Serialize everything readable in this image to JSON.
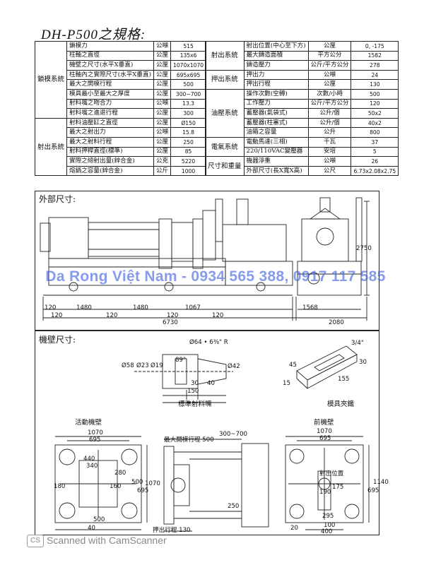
{
  "title": "DH-P500之規格:",
  "left_groups": [
    {
      "name": "鎖模系統",
      "rows": [
        {
          "label": "鎖模力",
          "unit": "公噸",
          "value": "515"
        },
        {
          "label": "柱軸之直徑",
          "unit": "公厘",
          "value": "135x6"
        },
        {
          "label": "機壁之尺寸(水平X垂直)",
          "unit": "公厘",
          "value": "1070x1070"
        },
        {
          "label": "柱軸內之實際尺寸(水平X垂直)",
          "unit": "公厘",
          "value": "695x695"
        },
        {
          "label": "最大之開模行程",
          "unit": "公厘",
          "value": "500"
        },
        {
          "label": "模具最小至最大之厚度",
          "unit": "公厘",
          "value": "300~700"
        },
        {
          "label": "射料嘴之吻合力",
          "unit": "公噸",
          "value": "13.3"
        },
        {
          "label": "射料嘴之進退行程",
          "unit": "公厘",
          "value": "300"
        }
      ]
    },
    {
      "name": "射出系統",
      "rows": [
        {
          "label": "射料油壓缸之直徑",
          "unit": "公厘",
          "value": "Ø150"
        },
        {
          "label": "最大之射出力",
          "unit": "公噸",
          "value": "15.8"
        },
        {
          "label": "最大之射料行程",
          "unit": "公厘",
          "value": "250"
        },
        {
          "label": "射料押桿直徑(標準)",
          "unit": "公厘",
          "value": "85"
        },
        {
          "label": "實際之總射出量(鋅合金)",
          "unit": "公克",
          "value": "5220"
        },
        {
          "label": "熔鍋之容量(鋅合金)",
          "unit": "公斤",
          "value": "1000"
        }
      ]
    }
  ],
  "right_groups": [
    {
      "name": "射出系統",
      "rows": [
        {
          "label": "射出位置(中心至下方)",
          "unit": "公厘",
          "value": "0, -175"
        },
        {
          "label": "最大鑄造面積",
          "unit": "平方公分",
          "value": "1582"
        },
        {
          "label": "鑄造壓力",
          "unit": "公斤/平方公分",
          "value": "278"
        }
      ]
    },
    {
      "name": "押出系統",
      "rows": [
        {
          "label": "押出力",
          "unit": "公噸",
          "value": "24"
        },
        {
          "label": "押出行程",
          "unit": "公厘",
          "value": "130"
        }
      ]
    },
    {
      "name": "油壓系統",
      "rows": [
        {
          "label": "操作次數(空轉)",
          "unit": "次數/小時",
          "value": "500"
        },
        {
          "label": "工作壓力",
          "unit": "公斤/平方公分",
          "value": "120"
        },
        {
          "label": "蓄壓器(氣袋式)",
          "unit": "公升/個",
          "value": "50x2"
        },
        {
          "label": "蓄壓器(柱塞式)",
          "unit": "公升/個",
          "value": "40x2"
        },
        {
          "label": "油箱之容量",
          "unit": "公升",
          "value": "800"
        }
      ]
    },
    {
      "name": "電氣系統",
      "rows": [
        {
          "label": "電動馬達(三相)",
          "unit": "千瓦",
          "value": "37"
        },
        {
          "label": "220/110VAC變壓器",
          "unit": "安培",
          "value": "5"
        }
      ]
    },
    {
      "name": "尺寸和重量",
      "rows": [
        {
          "label": "機器淨重",
          "unit": "公噸",
          "value": "26"
        },
        {
          "label": "外部尺寸(長X寬X高)",
          "unit": "公尺",
          "value": "6.73x2.08x2.75"
        }
      ]
    }
  ],
  "exterior": {
    "title": "外部尺寸:",
    "dims": {
      "d1480a": "1480",
      "d1480b": "1480",
      "d1067": "1067",
      "d120a": "120",
      "d120b": "120",
      "d120c": "120",
      "d120d": "120",
      "d120e": "120",
      "d6730": "6730",
      "d1568": "1568",
      "d2080": "2080",
      "d2750": "2750"
    }
  },
  "platen": {
    "title": "機壁尺寸:",
    "nozzle_label": "標準射料嘴",
    "clamp_label": "模具夾鐵",
    "moving_platen": "活動機壁",
    "fixed_platen": "前機壁",
    "max_open_stroke": "最大開模行程 500",
    "eject_stroke": "押出行程 130",
    "inject_pos": "射出位置",
    "dims": {
      "phi64": "Ø64 • 6⅜\" R",
      "d89": "89°",
      "phi58": "Ø58",
      "phi23": "Ø23",
      "phi19": "Ø19",
      "phi42": "Ø42",
      "d150": "150",
      "d30": "30",
      "d40": "40",
      "d34": "3/4\"",
      "d45": "45",
      "d30b": "30",
      "d15": "15",
      "d155": "155",
      "m1070": "1070",
      "m695": "695",
      "m440": "440",
      "m340": "340",
      "m280": "280",
      "m500": "500",
      "m160": "160",
      "m180": "180",
      "m500v": "500",
      "m1070v": "1070",
      "m695v": "695",
      "m40": "40",
      "c300700": "300~700",
      "c250": "250",
      "f1070": "1070",
      "f695": "695",
      "f175": "175",
      "f190": "190",
      "f295": "295",
      "f100": "100",
      "f400": "400",
      "f1140": "1140",
      "f695v": "695",
      "f20": "20"
    }
  },
  "watermark": "Da Rong Việt Nam - 0934 565 388, 0917 117 585",
  "scanner": "Scanned with CamScanner",
  "colors": {
    "watermark": "#3f5fe0",
    "line": "#222222"
  }
}
